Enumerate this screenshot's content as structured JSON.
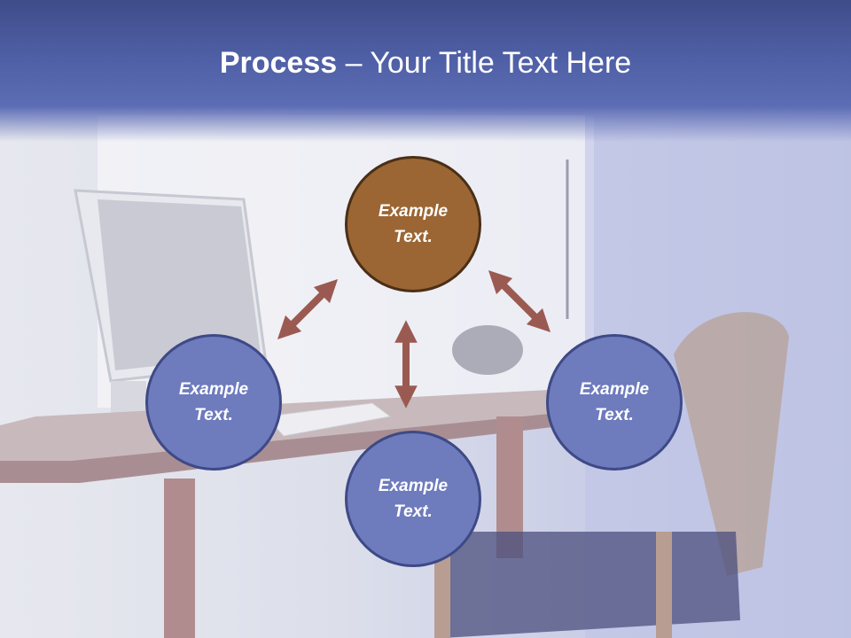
{
  "title": {
    "bold": "Process",
    "rest": " – Your Title Text Here"
  },
  "nodes": {
    "top": "Example Text.",
    "left": "Example Text.",
    "right": "Example Text.",
    "bottom": "Example Text."
  },
  "colors": {
    "main_node": "#9b6633",
    "sub_node": "#6e7bbd",
    "arrow": "#9a5a52",
    "title_band": "#5d6db5"
  }
}
